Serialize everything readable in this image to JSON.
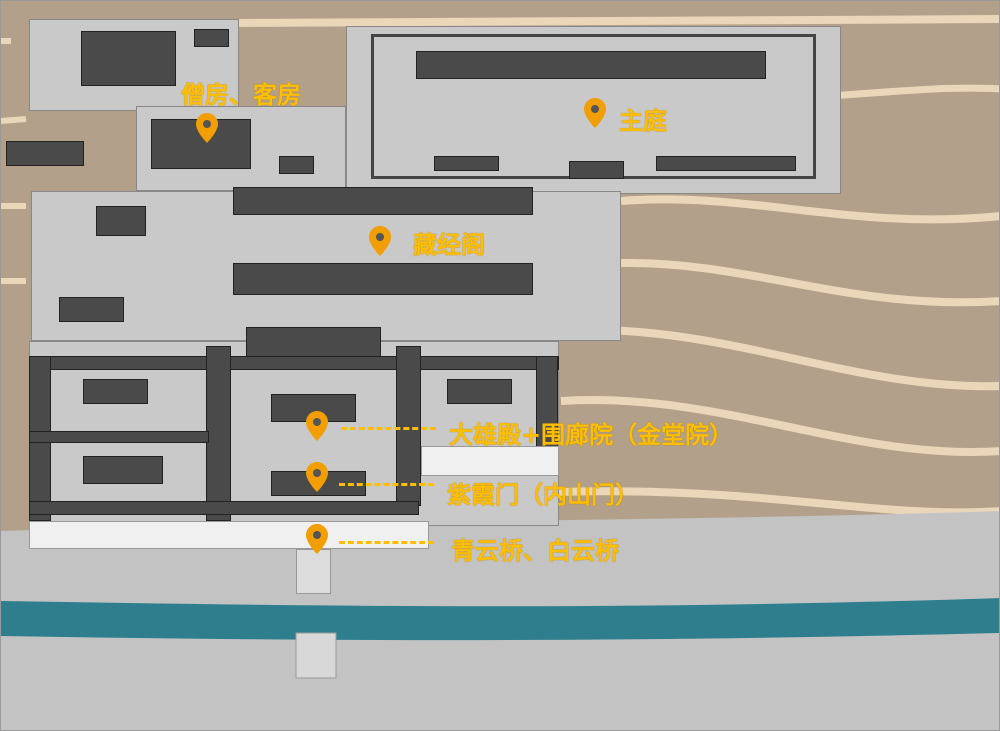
{
  "map": {
    "colors": {
      "terrain": "#b3a08a",
      "path": "#ead6b8",
      "ground": "#c9c9c9",
      "river": "#2e7e8e",
      "label": "#ffbf00",
      "pin": "#f29d00"
    },
    "markers": [
      {
        "id": "monk-quarters",
        "label": "僧房、客房",
        "icon": "map-pin-icon"
      },
      {
        "id": "main-court",
        "label": "主庭",
        "icon": "map-pin-icon"
      },
      {
        "id": "sutra-library",
        "label": "藏经阁",
        "icon": "map-pin-icon"
      },
      {
        "id": "main-hall",
        "label": "大雄殿+围廊院（金堂院）",
        "icon": "map-pin-icon"
      },
      {
        "id": "inner-gate",
        "label": "紫霞门（内山门）",
        "icon": "map-pin-icon"
      },
      {
        "id": "bridges",
        "label": "青云桥、白云桥",
        "icon": "map-pin-icon"
      }
    ]
  }
}
